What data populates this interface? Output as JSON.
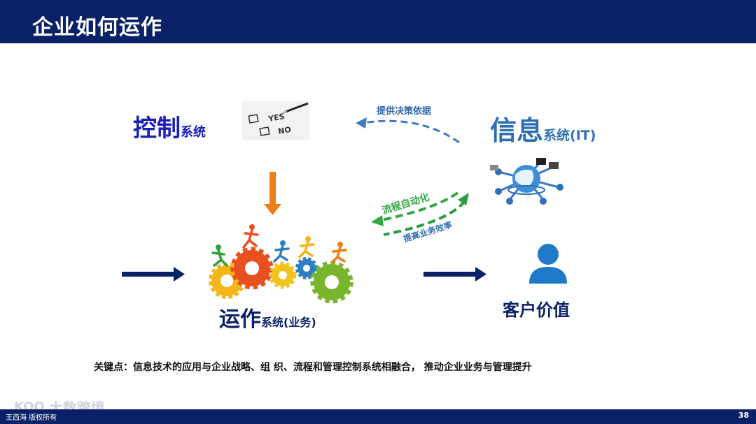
{
  "header": {
    "title": "企业如何运作"
  },
  "diagram": {
    "control": {
      "main": "控制",
      "suffix": "系统"
    },
    "information": {
      "main": "信息",
      "suffix": "系统(IT)"
    },
    "operations": {
      "main": "运作",
      "suffix": "系统(业务)"
    },
    "customer": "客户价值",
    "checklist": {
      "yes": "YES",
      "no": "NO"
    },
    "arrows": {
      "decision_basis": "提供决策依据",
      "process_automation": "流程自动化",
      "efficiency": "提高业务效率"
    }
  },
  "key_points": "关键点：信息技术的应用与企业战略、组 织、流程和管理控制系统相融合， 推动企业业务与管理提升",
  "footer": {
    "copyright": "王西海 版权所有",
    "page_number": "38"
  },
  "watermark": {
    "text": "大数跨境",
    "logo": "KOO"
  },
  "colors": {
    "header_bg": "#0b2167",
    "control_blue": "#1a1fb8",
    "info_blue": "#2e6fb4",
    "orange_arrow": "#ef7d1a",
    "green_arrow": "#34a843",
    "navy": "#0b2167"
  }
}
